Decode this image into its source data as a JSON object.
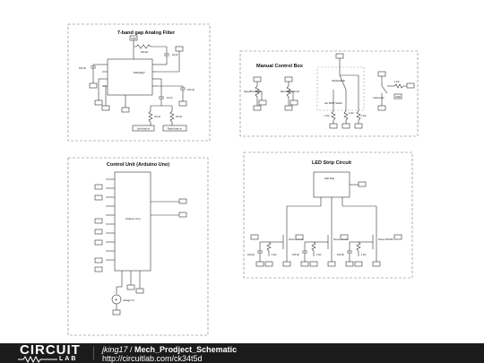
{
  "schematic": {
    "filter": {
      "title": "7-band gap Analog Filter",
      "ic": "MSGEQ7",
      "vdd": "VDD",
      "r_top": "200 kΩ",
      "c_top": "22 pF",
      "c_left": "100 nF",
      "c_right": "100 nF",
      "c_mid": "10 nF",
      "r_left": "22 kΩ",
      "r_right": "22 kΩ",
      "in_left": "Left Audio In",
      "in_right": "Right Audio In"
    },
    "manual": {
      "title": "Manual Control Box",
      "pot1": "SpeedPot 10 kΩ",
      "pot2": "MemoryPot 10 kΩ",
      "switch_label": "ShutterMode",
      "spdt": "two SPDT Switch",
      "r1": "1 kΩ",
      "r2": "1 kΩ",
      "r3": "1 kΩ",
      "color_cycle": "ColorCycle",
      "vdd": "VDD"
    },
    "control": {
      "title": "Control Unit (Arduino Uno)",
      "mcu": "Arduino Uno",
      "supply": "Voltage 9 V"
    },
    "led": {
      "title": "LED Strip Circuit",
      "strip": "LED Strip",
      "fet1": "Nmos 2N7000",
      "fet2": "Nmos 2N7000",
      "fet3": "Nmos 2N7000",
      "r1": "1 kΩ",
      "r2": "1 kΩ",
      "r3": "1 kΩ",
      "c1": "100 pF",
      "c2": "100 pF",
      "c3": "100 pF"
    }
  },
  "footer": {
    "logo_top": "CIRCUIT",
    "logo_bottom": "LAB",
    "author": "jking17",
    "separator": " / ",
    "project": "Mech_Prodject_Schematic",
    "url": "http://circuitlab.com/ck34t5d"
  }
}
